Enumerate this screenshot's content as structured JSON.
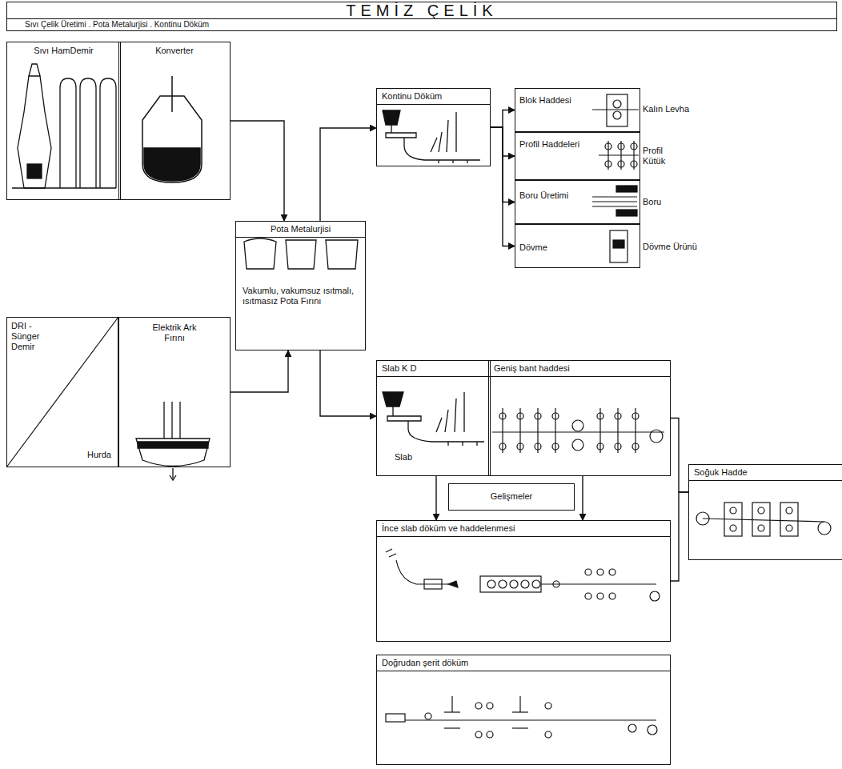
{
  "diagram": {
    "title": "TEMİZ ÇELİK",
    "nodes": [
      {
        "text": [
          "Sıvı HamDemir"
        ]
      },
      {
        "text": [
          "Konverter"
        ]
      },
      {
        "text": [
          "Pota Metalurjisi",
          "Vakumlu, vakumsuz ısıtmalı, ısıtmasız Pota Fırını"
        ]
      },
      {
        "text": [
          "DRI - Sünger Demir",
          "Hurda"
        ]
      },
      {
        "text": [
          "Elektrik Ark Fırını"
        ]
      },
      {
        "text": [
          "Kontinu Döküm"
        ]
      },
      {
        "text": [
          "Blok Haddesi"
        ]
      },
      {
        "text": [
          "Profil Haddeleri"
        ]
      },
      {
        "text": [
          "Boru Üretimi"
        ]
      },
      {
        "text": [
          "Dövme"
        ]
      },
      {
        "text": [
          "Slab K D",
          "Slab"
        ]
      },
      {
        "text": [
          "Geniş bant haddesi"
        ]
      },
      {
        "text": [
          "Soğuk Hadde"
        ]
      },
      {
        "text": [
          "Gelişmeler"
        ]
      },
      {
        "text": [
          "İnce slab döküm ve haddelenmesi"
        ]
      },
      {
        "text": [
          "Doğrudan şerit döküm"
        ]
      }
    ],
    "edges": [
      {
        "from": 1,
        "to": 2,
        "arrow": "to"
      },
      {
        "from": 4,
        "to": 2,
        "arrow": "to"
      },
      {
        "from": 2,
        "to": 5,
        "arrow": "to"
      },
      {
        "from": 2,
        "to": 10,
        "arrow": "to"
      },
      {
        "from": 5,
        "to": 6,
        "arrow": "to"
      },
      {
        "from": 5,
        "to": 7,
        "arrow": "to"
      },
      {
        "from": 5,
        "to": 8,
        "arrow": "to"
      },
      {
        "from": 5,
        "to": 9,
        "arrow": "to"
      },
      {
        "from": 11,
        "to": 12,
        "arrow": "none"
      },
      {
        "from": 14,
        "to": 12,
        "arrow": "none"
      },
      {
        "from": 10,
        "to": 14,
        "arrow": "to"
      },
      {
        "from": 11,
        "to": 14,
        "arrow": "to"
      }
    ],
    "labels": [
      "Sıvı Çelik Üretimi . Pota Metalurjisi . Kontinu Döküm",
      "Kalın Levha",
      "Profil Kütük",
      "Boru",
      "Dövme Ürünü"
    ]
  }
}
